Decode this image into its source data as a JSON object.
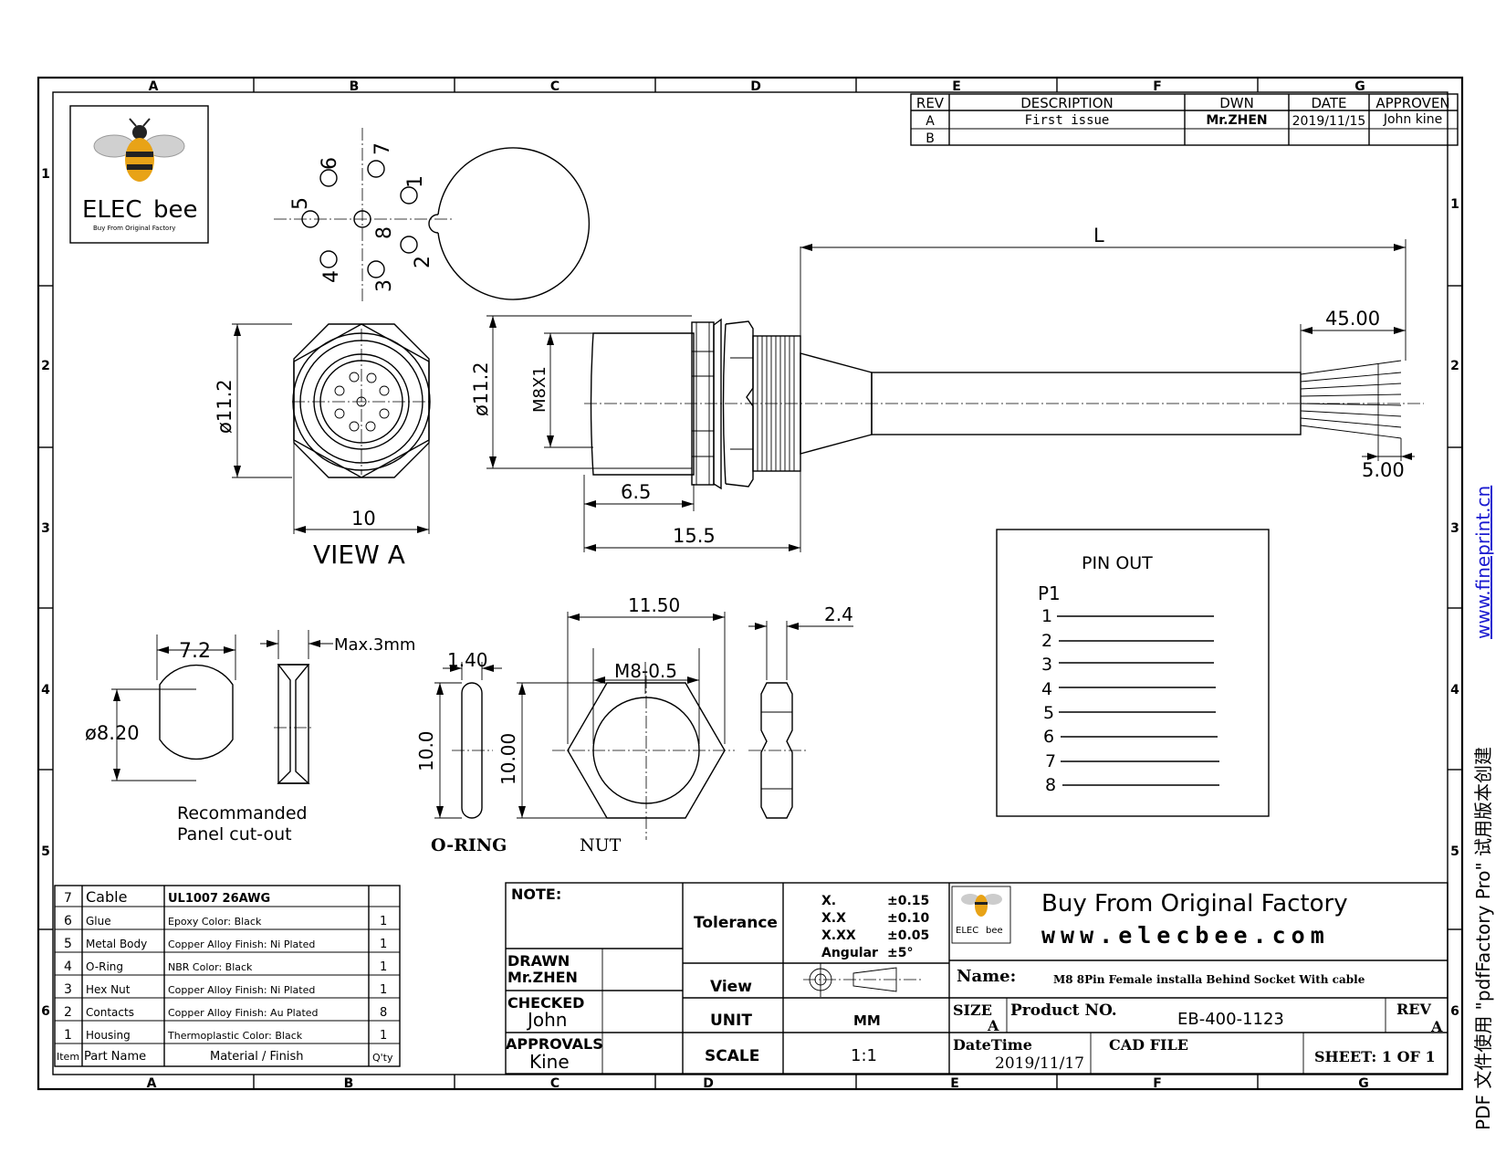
{
  "grid": {
    "cols": [
      "A",
      "B",
      "C",
      "D",
      "E",
      "F",
      "G"
    ],
    "cols_bottom": [
      "A",
      "B",
      "C",
      "D",
      "E",
      "F",
      "G"
    ],
    "rows": [
      "1",
      "2",
      "3",
      "4",
      "5",
      "6"
    ]
  },
  "logo": {
    "brand_prefix": "ELEC",
    "brand_suffix": "bee",
    "tagline": "Buy From Original Factory"
  },
  "revision_table": {
    "headers": [
      "REV",
      "DESCRIPTION",
      "DWN",
      "DATE",
      "APPROVEN"
    ],
    "rows": [
      [
        "A",
        "First issue",
        "Mr.ZHEN",
        "2019/11/15",
        "John kine"
      ],
      [
        "B",
        "",
        "",
        "",
        ""
      ]
    ]
  },
  "front_view": {
    "pins": [
      "1",
      "2",
      "3",
      "4",
      "5",
      "6",
      "7",
      "8"
    ]
  },
  "dimensions": {
    "view_a_height": "ø11.2",
    "view_a_width": "10",
    "view_a_label": "VIEW  A",
    "side_diameter": "ø11.2",
    "thread": "M8X1",
    "d65": "6.5",
    "d155": "15.5",
    "length": "L",
    "strip": "45.00",
    "tin": "5.00"
  },
  "pinout": {
    "title": "PIN OUT",
    "connector": "P1",
    "pins": [
      "1",
      "2",
      "3",
      "4",
      "5",
      "6",
      "7",
      "8"
    ]
  },
  "panel_cutout": {
    "width": "7.2",
    "diameter": "ø8.20",
    "max": "Max.3mm",
    "caption1": "Recommanded",
    "caption2": "Panel cut-out"
  },
  "oring": {
    "thickness": "1.40",
    "height": "10.0",
    "label": "O-RING"
  },
  "nut": {
    "width": "11.50",
    "thread": "M8-0.5",
    "height": "10.00",
    "thickness": "2.4",
    "label": "NUT"
  },
  "bom": {
    "headers": [
      "Item",
      "Part Name",
      "Material / Finish",
      "Q'ty"
    ],
    "rows": [
      [
        "7",
        "Cable",
        "UL1007 26AWG",
        ""
      ],
      [
        "6",
        "Glue",
        "Epoxy Color: Black",
        "1"
      ],
      [
        "5",
        "Metal Body",
        "Copper Alloy Finish: Ni Plated",
        "1"
      ],
      [
        "4",
        "O-Ring",
        "NBR Color: Black",
        "1"
      ],
      [
        "3",
        "Hex Nut",
        "Copper Alloy Finish: Ni Plated",
        "1"
      ],
      [
        "2",
        "Contacts",
        "Copper Alloy Finish: Au Plated",
        "8"
      ],
      [
        "1",
        "Housing",
        "Thermoplastic Color: Black",
        "1"
      ]
    ]
  },
  "title_block": {
    "note_label": "NOTE:",
    "drawn_label": "DRAWN",
    "drawn_value": "Mr.ZHEN",
    "checked_label": "CHECKED",
    "checked_value": "John",
    "approvals_label": "APPROVALS",
    "approvals_value": "Kine",
    "tolerance_label": "Tolerance",
    "tolerances": [
      {
        "k": "X.",
        "v": "±0.15"
      },
      {
        "k": "X.X",
        "v": "±0.10"
      },
      {
        "k": "X.XX",
        "v": "±0.05"
      },
      {
        "k": "Angular",
        "v": "±5°"
      }
    ],
    "view_label": "View",
    "unit_label": "UNIT",
    "unit_value": "MM",
    "scale_label": "SCALE",
    "scale_value": "1:1",
    "slogan": "Buy From Original  Factory",
    "website": "www.elecbee.com",
    "name_label": "Name:",
    "name_value": "M8 8Pin Female installa Behind Socket With cable",
    "size_label": "SIZE",
    "size_value": "A",
    "product_label": "Product NO.",
    "product_value": "EB-400-1123",
    "rev_label": "REV",
    "rev_value": "A",
    "datetime_label": "DateTime",
    "datetime_value": "2019/11/17",
    "cad_label": "CAD FILE",
    "sheet": "SHEET:  1 OF 1"
  },
  "watermark": {
    "text": "PDF 文件使用 \"pdfFactory Pro\" 试用版本创建",
    "link": "www.fineprint.cn"
  },
  "colors": {
    "line": "#000000",
    "accent": "#e8a317",
    "link": "#1a1ad0"
  }
}
